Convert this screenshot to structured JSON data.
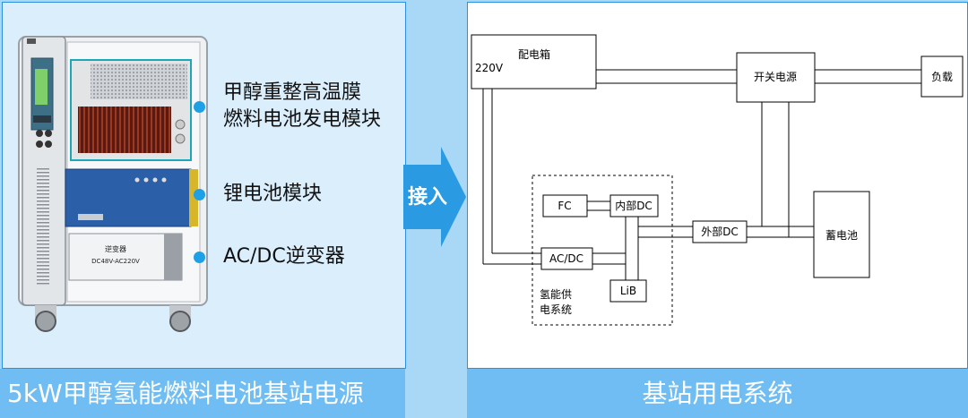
{
  "left_panel": {
    "labels": {
      "module1_line1": "甲醇重整高温膜",
      "module1_line2": "燃料电池发电模块",
      "module2": "锂电池模块",
      "module3": "AC/DC逆变器"
    },
    "inverter_plate_line1": "逆变器",
    "inverter_plate_line2": "DC48V-AC220V"
  },
  "arrow_label": "接入",
  "diagram": {
    "distribution_box": "配电箱",
    "voltage": "220V",
    "switch_power": "开关电源",
    "load": "负载",
    "fc": "FC",
    "internal_dc": "内部DC",
    "external_dc": "外部DC",
    "battery": "蓄电池",
    "acdc": "AC/DC",
    "lib": "LiB",
    "system_label_line1": "氢能供",
    "system_label_line2": "电系统"
  },
  "footer": {
    "left": "5kW甲醇氢能燃料电池基站电源",
    "right": "基站用电系统"
  },
  "colors": {
    "accent": "#1ea0e6",
    "footer": "#6fbdf3",
    "panel_border": "#2d8fe0"
  }
}
